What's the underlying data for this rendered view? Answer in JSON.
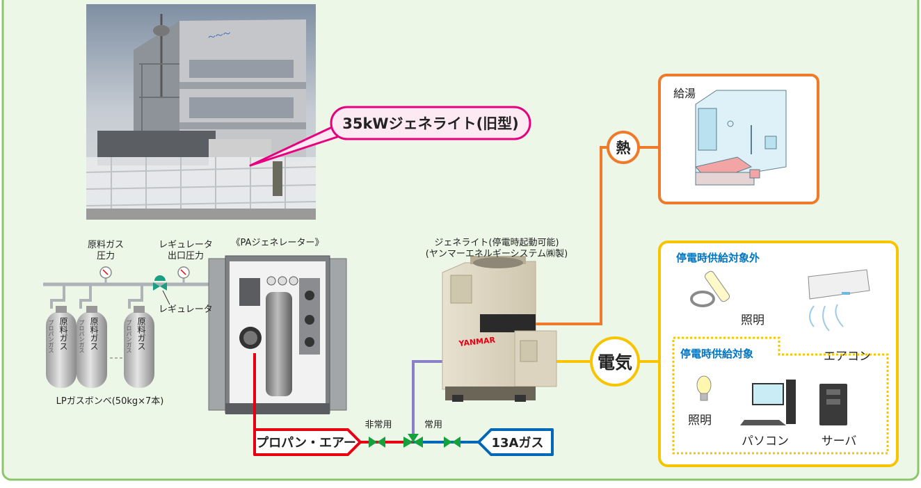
{
  "photo_callout": "35kWジェネライト(旧型)",
  "gas_supply": {
    "gauge_labels": {
      "feed_pressure": [
        "原料ガス",
        "圧力"
      ],
      "regulator_outlet_pressure": [
        "レギュレータ",
        "出口圧力"
      ]
    },
    "regulator_label": "レギュレータ",
    "cylinder_label": "原料ガス",
    "cylinder_sub_label": "プロパンガス",
    "cylinders_caption": "LPガスボンベ(50kg×7本)"
  },
  "pa_generator": {
    "title": "《PAジェネレーター》"
  },
  "genelite": {
    "title_lines": [
      "ジェネライト(停電時起動可能)",
      "(ヤンマーエネルギーシステム㈱製)"
    ],
    "brand": "YANMAR"
  },
  "fuel_lines": {
    "propane_air": "プロパン・エアー",
    "emergency": "非常用",
    "normal": "常用",
    "city_gas": "13Aガス"
  },
  "outputs": {
    "heat": {
      "label": "熱",
      "target": "給湯"
    },
    "electricity": {
      "label": "電気",
      "not_supplied": {
        "title": "停電時供給対象外",
        "items": [
          "照明",
          "エアコン"
        ]
      },
      "supplied": {
        "title": "停電時供給対象",
        "items": [
          "照明",
          "パソコン",
          "サーバ"
        ]
      }
    }
  },
  "colors": {
    "background": "#edf7e8",
    "frame_border": "#8cc66a",
    "propane_line": "#e60012",
    "city_gas_line": "#0068b7",
    "exhaust_line": "#8b7fc7",
    "heat_line": "#ee7a2a",
    "electric_line": "#f7c500",
    "callout_pink": "#e6007e",
    "valve_green": "#14a03c"
  }
}
